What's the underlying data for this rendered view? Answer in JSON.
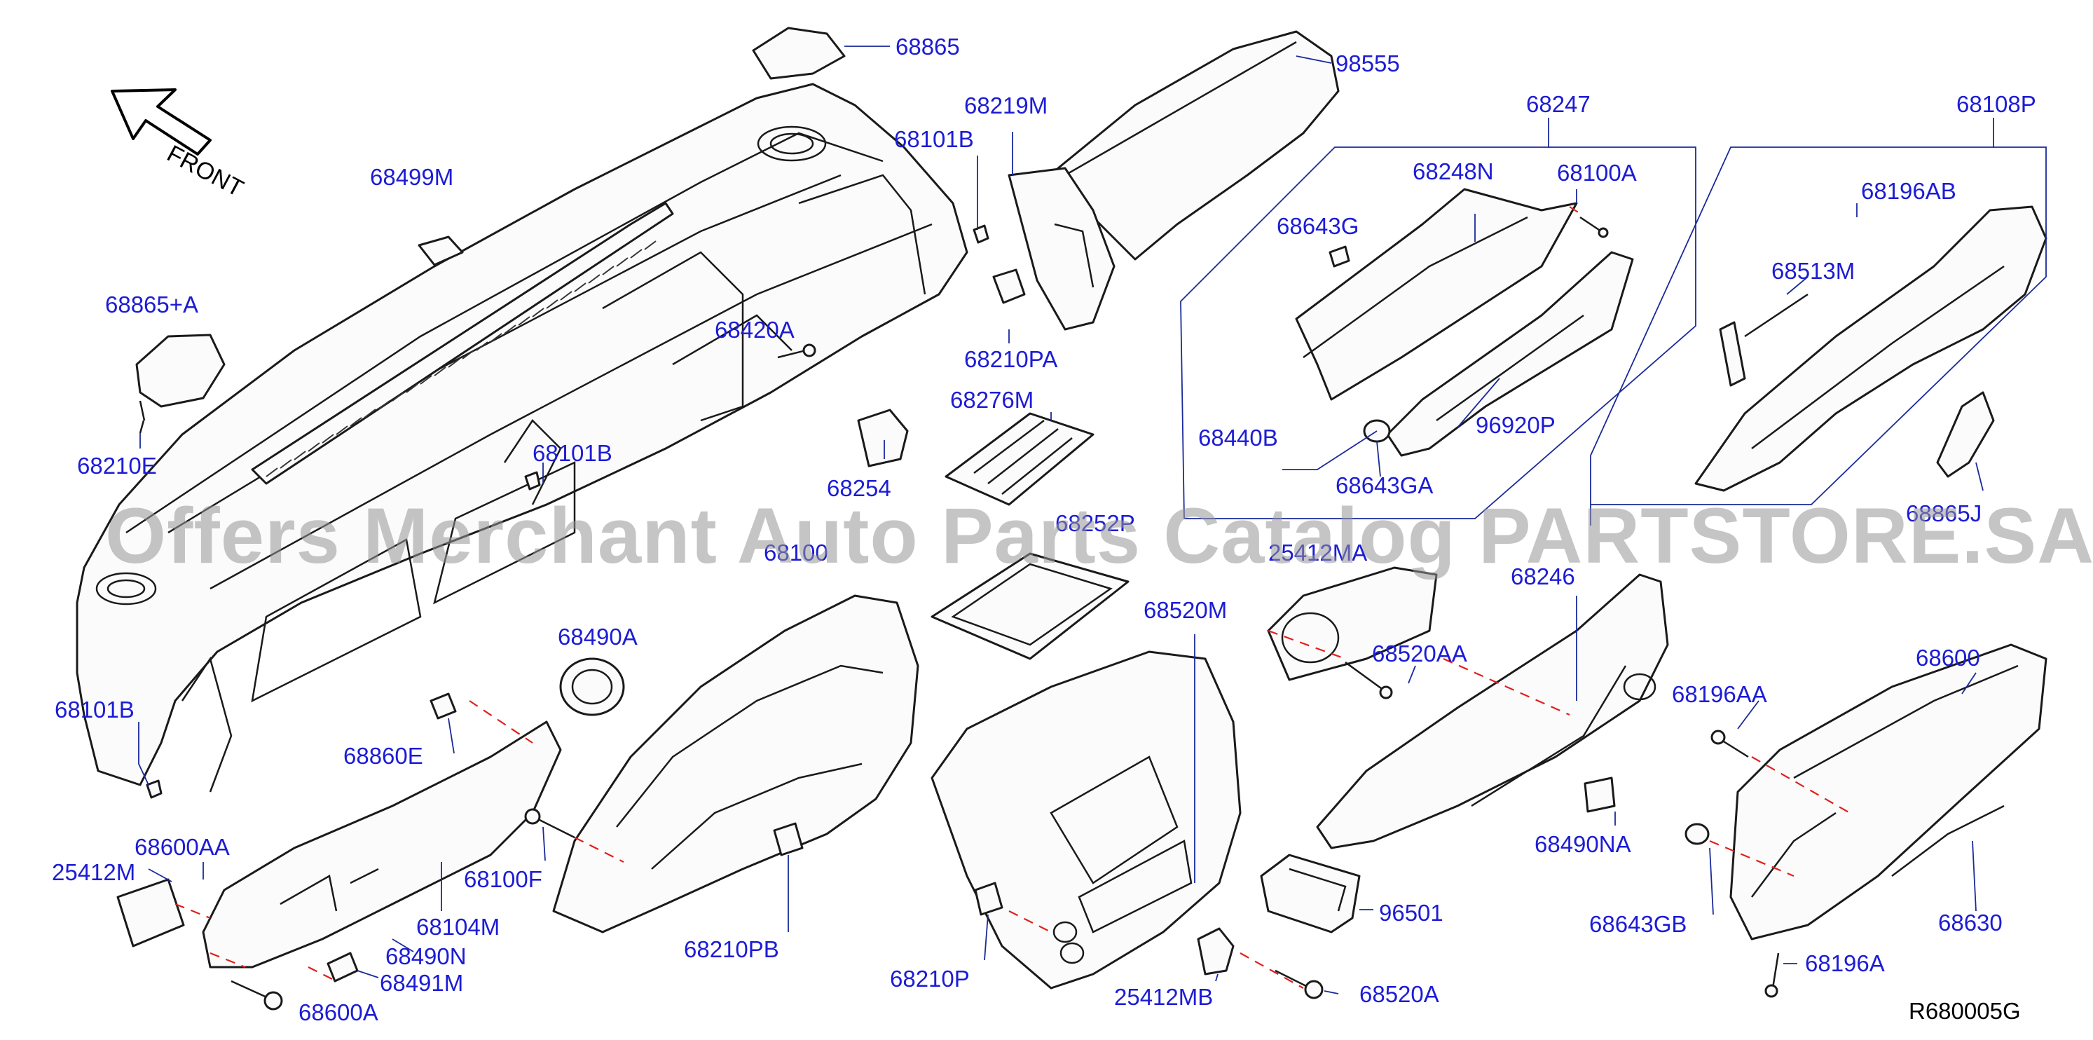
{
  "labels": {
    "l68865": "68865",
    "l98555": "98555",
    "l68219M": "68219M",
    "l68247": "68247",
    "l68108P": "68108P",
    "l68101B_top": "68101B",
    "l68499M": "68499M",
    "l68248N": "68248N",
    "l68100A": "68100A",
    "l68643G": "68643G",
    "l68196AB": "68196AB",
    "l68865A": "68865+A",
    "l68420A": "68420A",
    "l68513M": "68513M",
    "l68210PA": "68210PA",
    "l68276M": "68276M",
    "l68210E": "68210E",
    "l68101B_mid": "68101B",
    "l68440B": "68440B",
    "l96920P": "96920P",
    "l68254": "68254",
    "l68643GA": "68643GA",
    "l68252P": "68252P",
    "l68100_part": "68100",
    "l25412MA": "25412MA",
    "l68865J": "68865J",
    "l68246": "68246",
    "l68490A": "68490A",
    "l68520M": "68520M",
    "l68520AA": "68520AA",
    "l68101B_low": "68101B",
    "l68600": "68600",
    "l68196AA": "68196AA",
    "l68860E": "68860E",
    "l68600AA": "68600AA",
    "l68490NA": "68490NA",
    "l25412M": "25412M",
    "l68100F": "68100F",
    "l68104M": "68104M",
    "l96501": "96501",
    "l68643GB": "68643GB",
    "l68630": "68630",
    "l68490N": "68490N",
    "l68491M": "68491M",
    "l68210PB": "68210PB",
    "l68196A": "68196A",
    "l68210P": "68210P",
    "l25412MB": "25412MB",
    "l68520A": "68520A",
    "l68600A": "68600A",
    "ref": "R680005G"
  },
  "front_label": "FRONT",
  "watermark": "Offers Merchant Auto Parts Catalog PARTSTORE.SA",
  "colors": {
    "label": "#1c1cd6",
    "leader": "#1a2a9a",
    "dashed_axis": "#e0201c",
    "line_art": "#1a1a1a"
  }
}
